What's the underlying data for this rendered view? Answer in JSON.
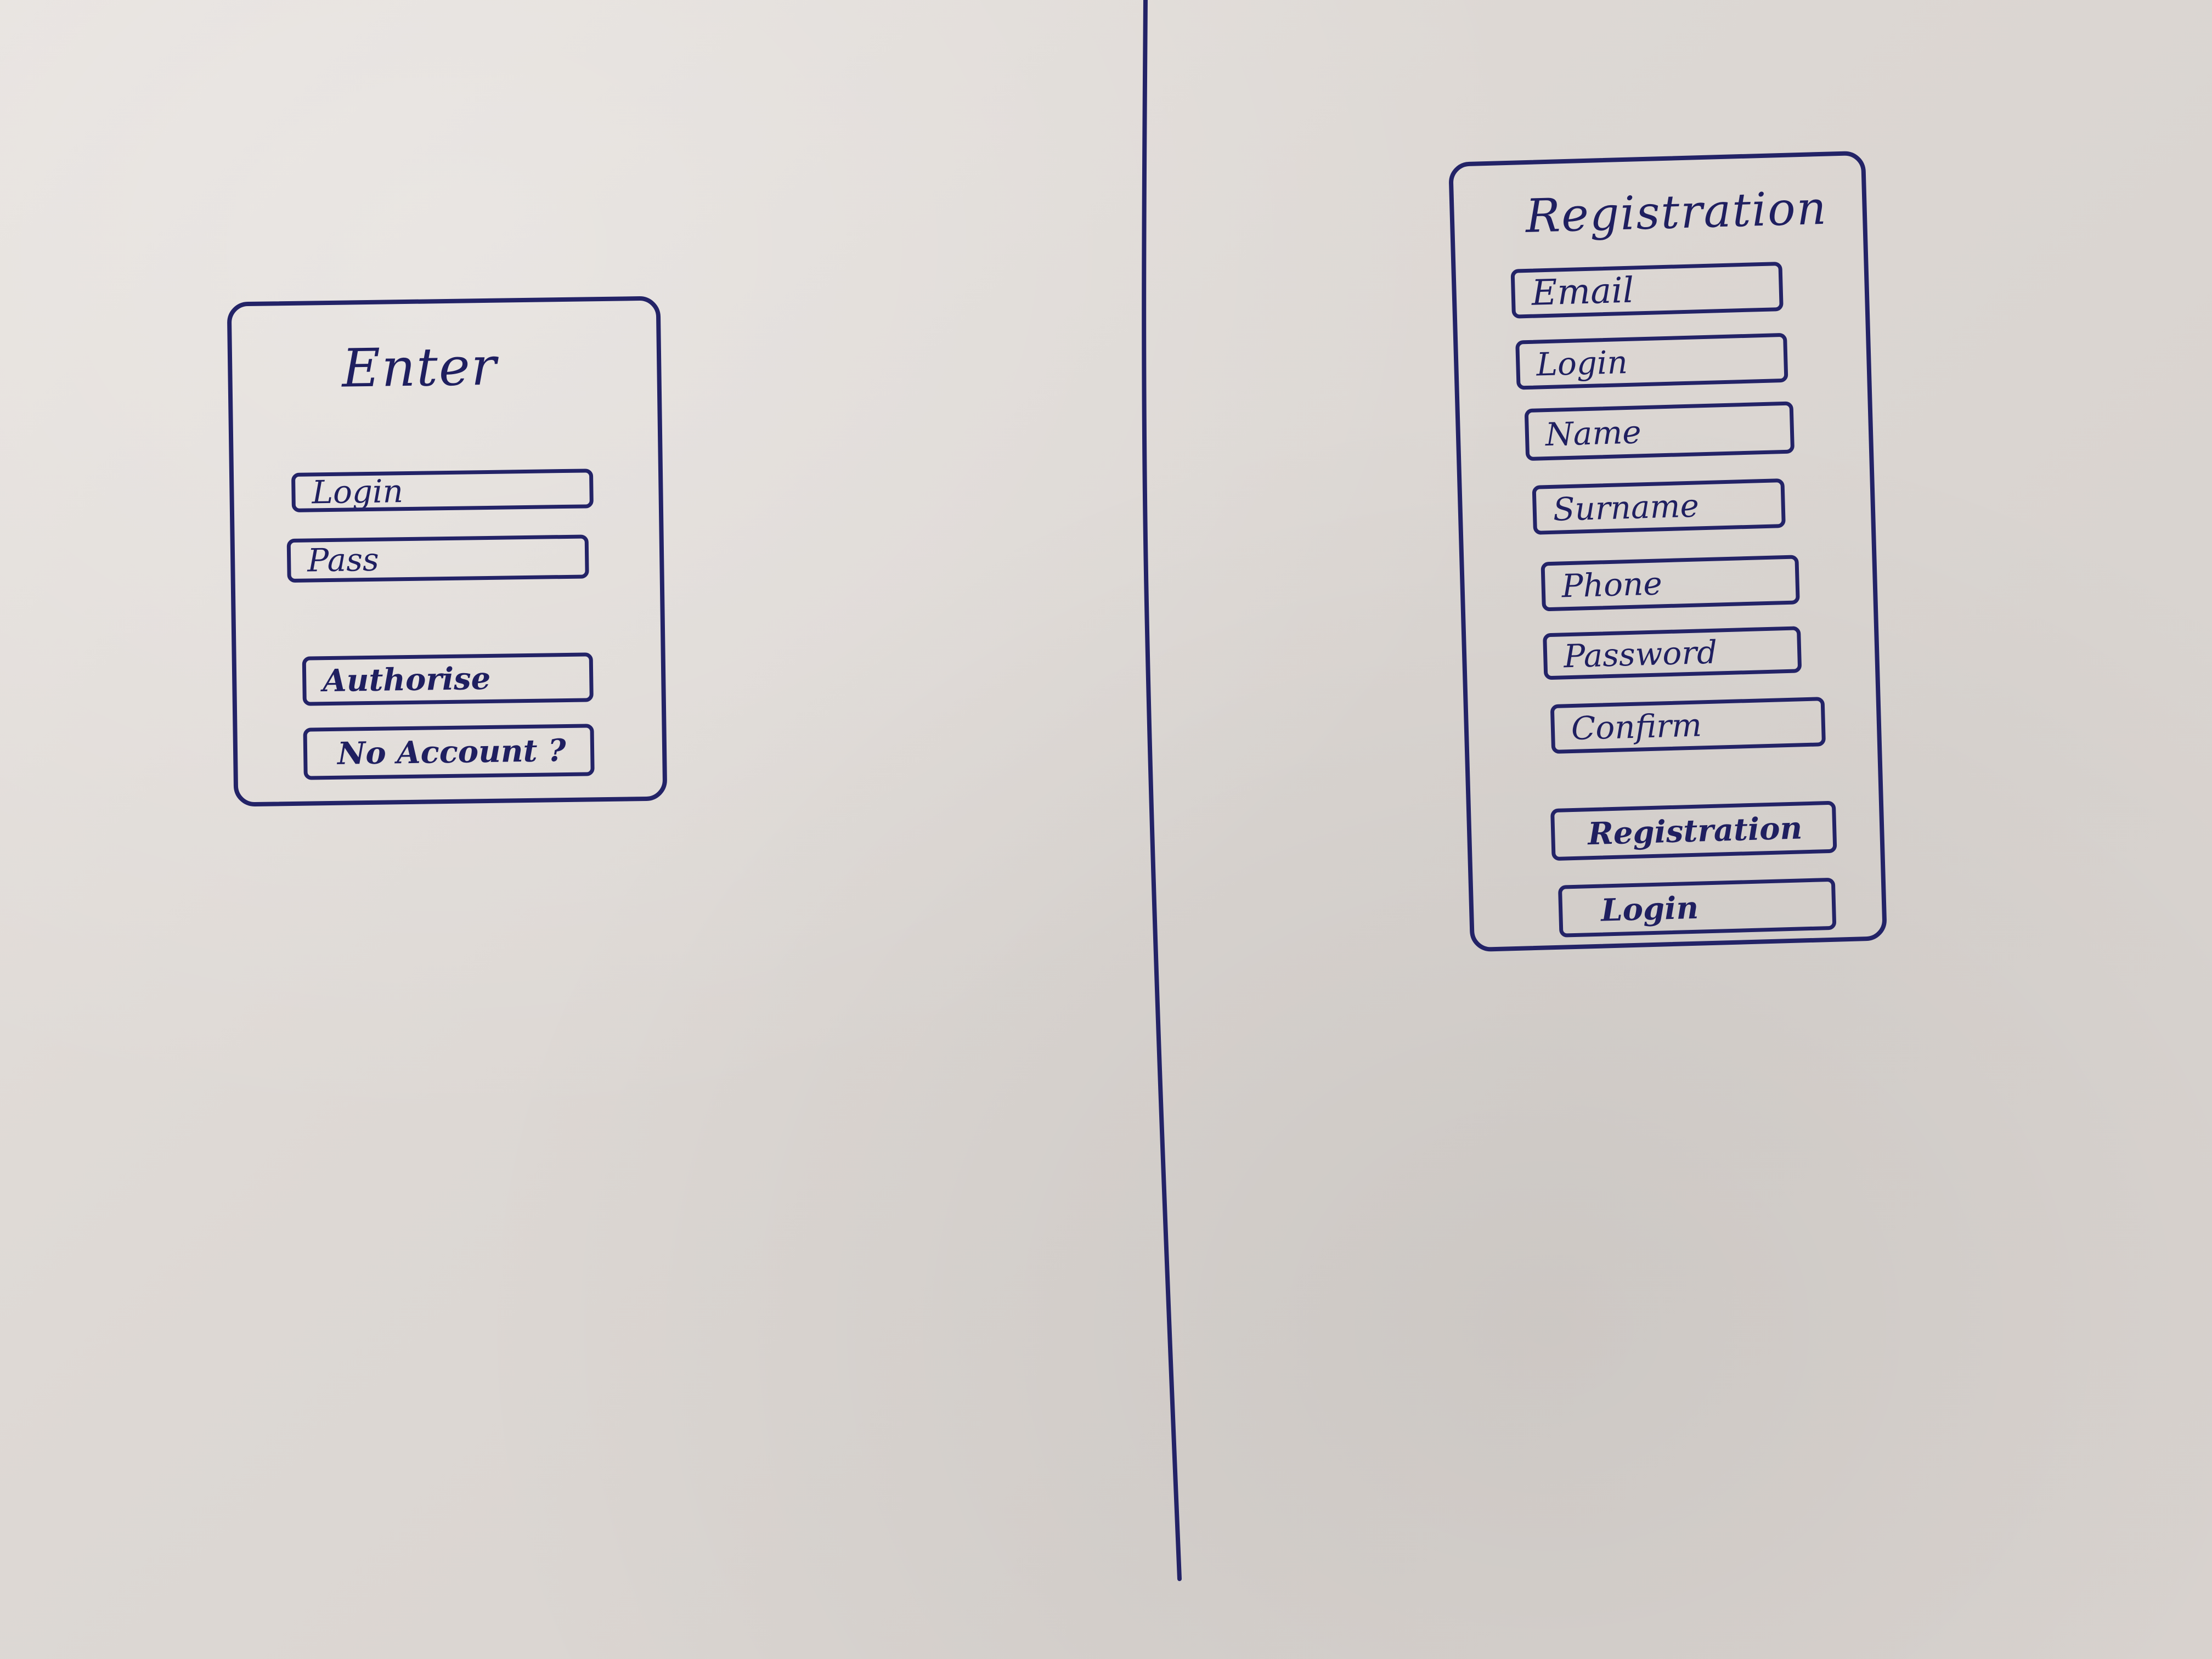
{
  "login_screen": {
    "title": "Enter",
    "fields": {
      "login": "Login",
      "pass": "Pass"
    },
    "buttons": {
      "authorise": "Authorise",
      "no_account": "No Account ?"
    }
  },
  "registration_screen": {
    "title": "Registration",
    "fields": {
      "email": "Email",
      "login": "Login",
      "name": "Name",
      "surname": "Surname",
      "phone": "Phone",
      "password": "Password",
      "confirm": "Confirm"
    },
    "buttons": {
      "registration": "Registration",
      "login": "Login"
    }
  },
  "colors": {
    "ink": "#232367",
    "paper": "#ddd8d4"
  }
}
